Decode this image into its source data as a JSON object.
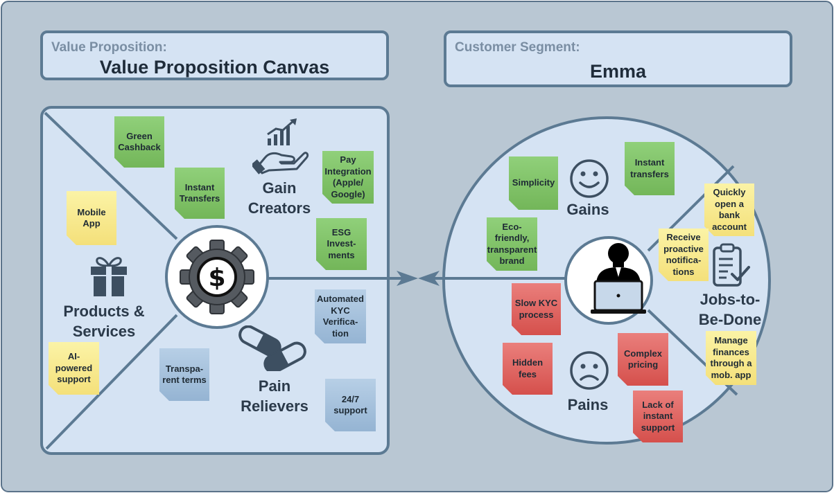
{
  "header": {
    "vp_label": "Value Proposition:",
    "vp_title": "Value Proposition Canvas",
    "cs_label": "Customer Segment:",
    "cs_title": "Emma"
  },
  "value_map": {
    "gain_creators_title": "Gain\nCreators",
    "products_title": "Products &\nServices",
    "pain_relievers_title": "Pain\nRelievers",
    "gain_creators": [
      "Green Cashback",
      "Instant Transfers",
      "Pay Integration (Apple/ Google)",
      "ESG Invest-ments"
    ],
    "products": [
      "Mobile App",
      "AI-powered support"
    ],
    "pain_relievers": [
      "Automated KYC Verifica-tion",
      "Transpa-rent terms",
      "24/7 support"
    ]
  },
  "customer_profile": {
    "gains_title": "Gains",
    "jobs_title": "Jobs-to-\nBe-Done",
    "pains_title": "Pains",
    "gains": [
      "Simplicity",
      "Instant transfers",
      "Eco-friendly, transparent brand"
    ],
    "jobs": [
      "Quickly open a bank account",
      "Receive proactive notifica-tions",
      "Manage finances through a mob. app"
    ],
    "pains": [
      "Slow KYC process",
      "Hidden fees",
      "Complex pricing",
      "Lack of instant support"
    ]
  },
  "icons": {
    "gain_creators": "hand-growth-chart-icon",
    "products": "gift-box-icon",
    "pain_relievers": "pill-capsules-icon",
    "center_left": "dollar-gear-icon",
    "center_right": "person-laptop-icon",
    "gains": "smiley-face-icon",
    "pains": "sad-face-icon",
    "jobs": "clipboard-checklist-icon"
  },
  "colors": {
    "background": "#b9c7d3",
    "panel": "#d5e3f3",
    "border": "#5c7a93",
    "note_green": "#7dc264",
    "note_yellow": "#f8ea8c",
    "note_blue": "#a6c2dd",
    "note_red": "#de625e"
  }
}
